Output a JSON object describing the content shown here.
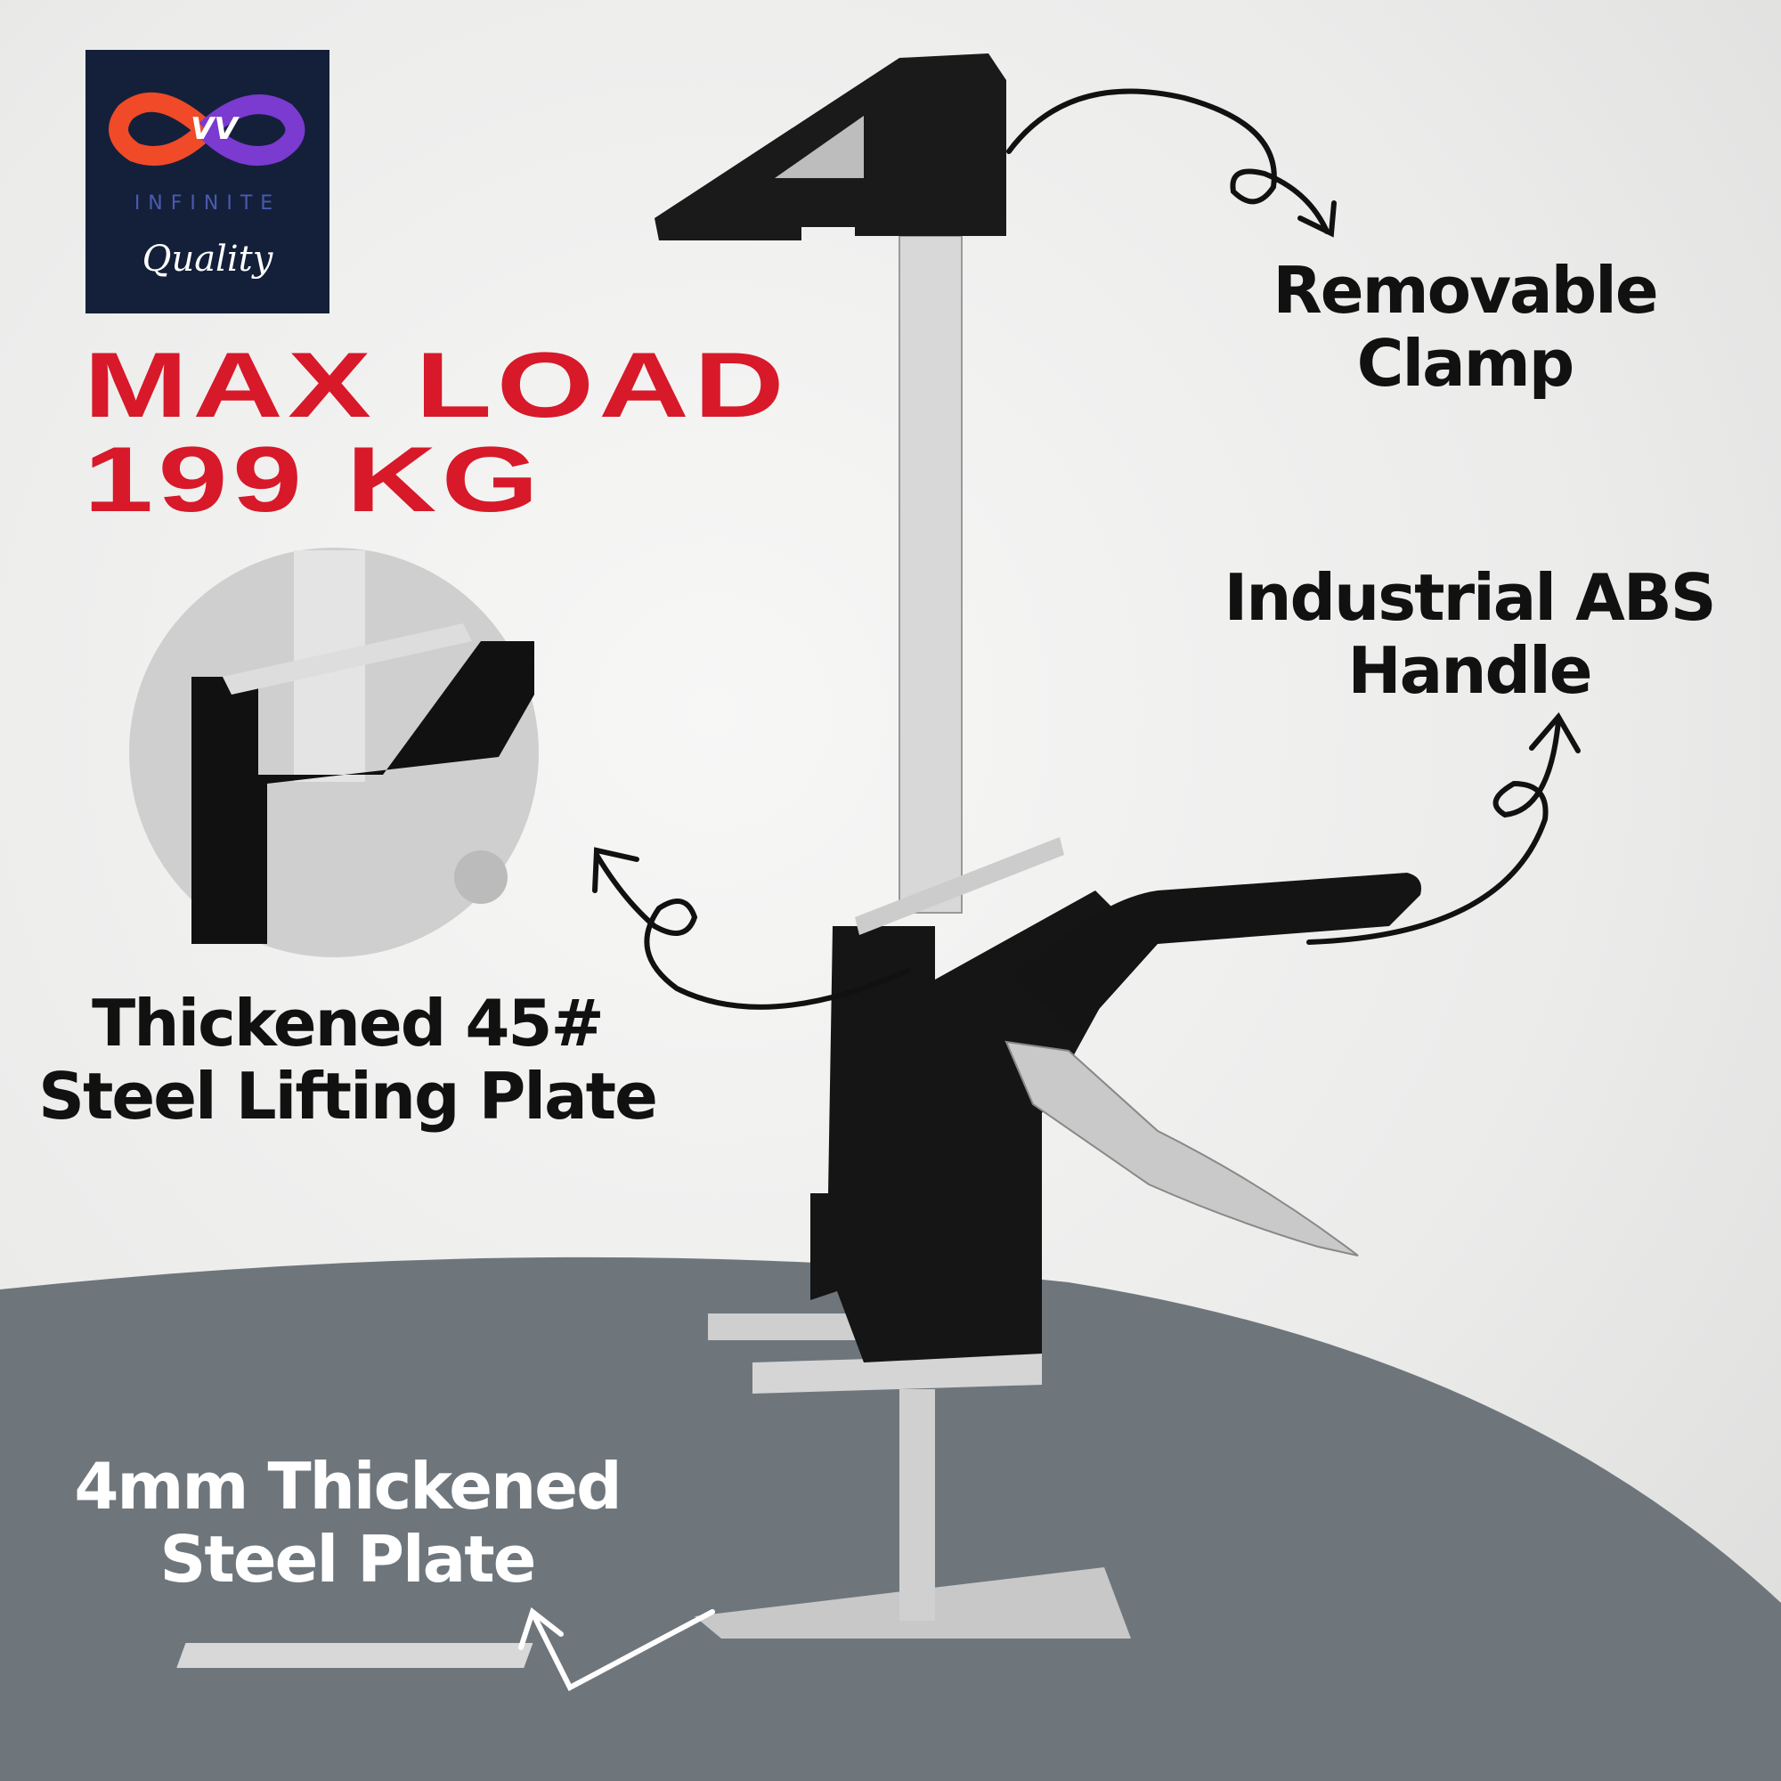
{
  "logo": {
    "brand": "INFINITE",
    "tagline": "Quality"
  },
  "headline": {
    "line1": "MAX LOAD",
    "line2": "199 KG"
  },
  "features": [
    {
      "line1": "Removable",
      "line2": "Clamp"
    },
    {
      "line1": "Industrial ABS",
      "line2": "Handle"
    },
    {
      "line1": "Thickened 45#",
      "line2": "Steel Lifting Plate"
    },
    {
      "line1": "4mm Thickened",
      "line2": "Steel Plate"
    }
  ],
  "colors": {
    "accent": "#d7192a",
    "floor": "#6e767c",
    "logo_bg": "#14203a"
  }
}
